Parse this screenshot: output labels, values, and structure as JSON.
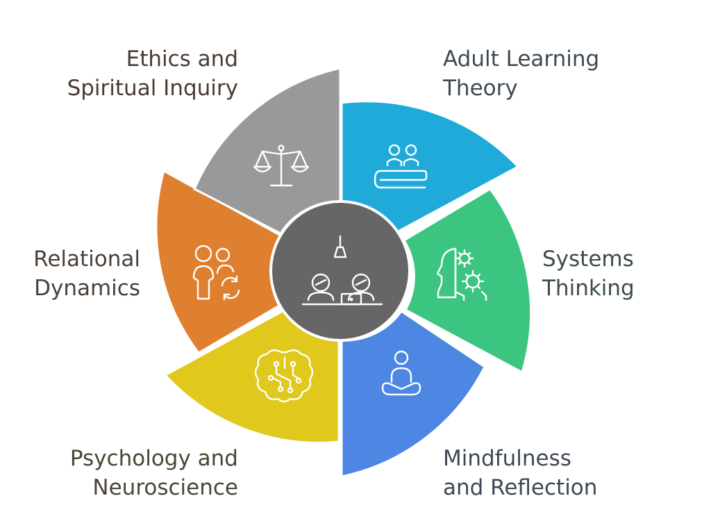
{
  "diagram": {
    "center_icon": "team-collaboration-icon",
    "segments": [
      {
        "id": "adult-learning",
        "line1": "Adult Learning",
        "line2": "Theory",
        "color": "#1faad9",
        "icon": "group-presentation-icon",
        "text_color": "#3d4a52"
      },
      {
        "id": "systems-thinking",
        "line1": "Systems",
        "line2": "Thinking",
        "color": "#3cc481",
        "icon": "head-gears-icon",
        "text_color": "#3b4d44"
      },
      {
        "id": "mindfulness",
        "line1": "Mindfulness",
        "line2": "and Reflection",
        "color": "#4d87e3",
        "icon": "meditation-icon",
        "text_color": "#3f4757"
      },
      {
        "id": "psychology",
        "line1": "Psychology and",
        "line2": "Neuroscience",
        "color": "#e0c81c",
        "icon": "brain-circuit-icon",
        "text_color": "#4a4636"
      },
      {
        "id": "relational",
        "line1": "Relational",
        "line2": "Dynamics",
        "color": "#df7f30",
        "icon": "people-exchange-icon",
        "text_color": "#4a4038"
      },
      {
        "id": "ethics",
        "line1": "Ethics and",
        "line2": "Spiritual Inquiry",
        "color": "#999999",
        "icon": "balance-scale-icon",
        "text_color": "#4a3a33"
      }
    ],
    "hub_color": "#666666"
  }
}
